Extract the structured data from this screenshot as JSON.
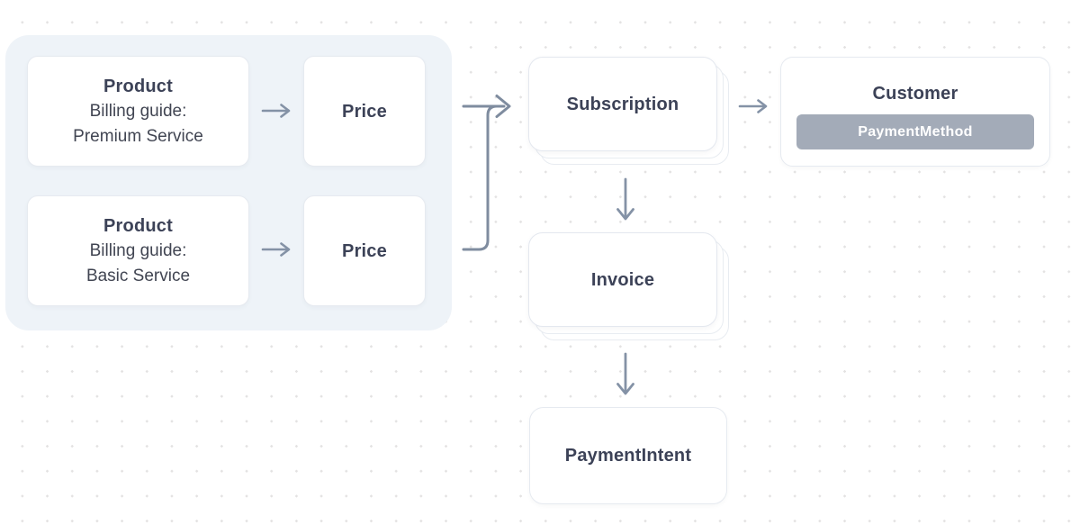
{
  "diagram": {
    "products": [
      {
        "title": "Product",
        "subtitle_line1": "Billing guide:",
        "subtitle_line2": "Premium Service"
      },
      {
        "title": "Product",
        "subtitle_line1": "Billing guide:",
        "subtitle_line2": "Basic Service"
      }
    ],
    "prices": [
      {
        "label": "Price"
      },
      {
        "label": "Price"
      }
    ],
    "subscription": {
      "label": "Subscription"
    },
    "customer": {
      "label": "Customer",
      "badge": "PaymentMethod"
    },
    "invoice": {
      "label": "Invoice"
    },
    "payment_intent": {
      "label": "PaymentIntent"
    }
  },
  "colors": {
    "background": "#ffffff",
    "dot_grid": "#e3e2e2",
    "panel": "#eef3f8",
    "card_background": "#ffffff",
    "card_border": "#e6eaf0",
    "heading_text": "#3c4257",
    "body_text": "#414552",
    "arrow": "#8492a6",
    "connector": "#7f8c9f",
    "badge_background": "#a3abb8",
    "badge_text": "#ffffff"
  }
}
